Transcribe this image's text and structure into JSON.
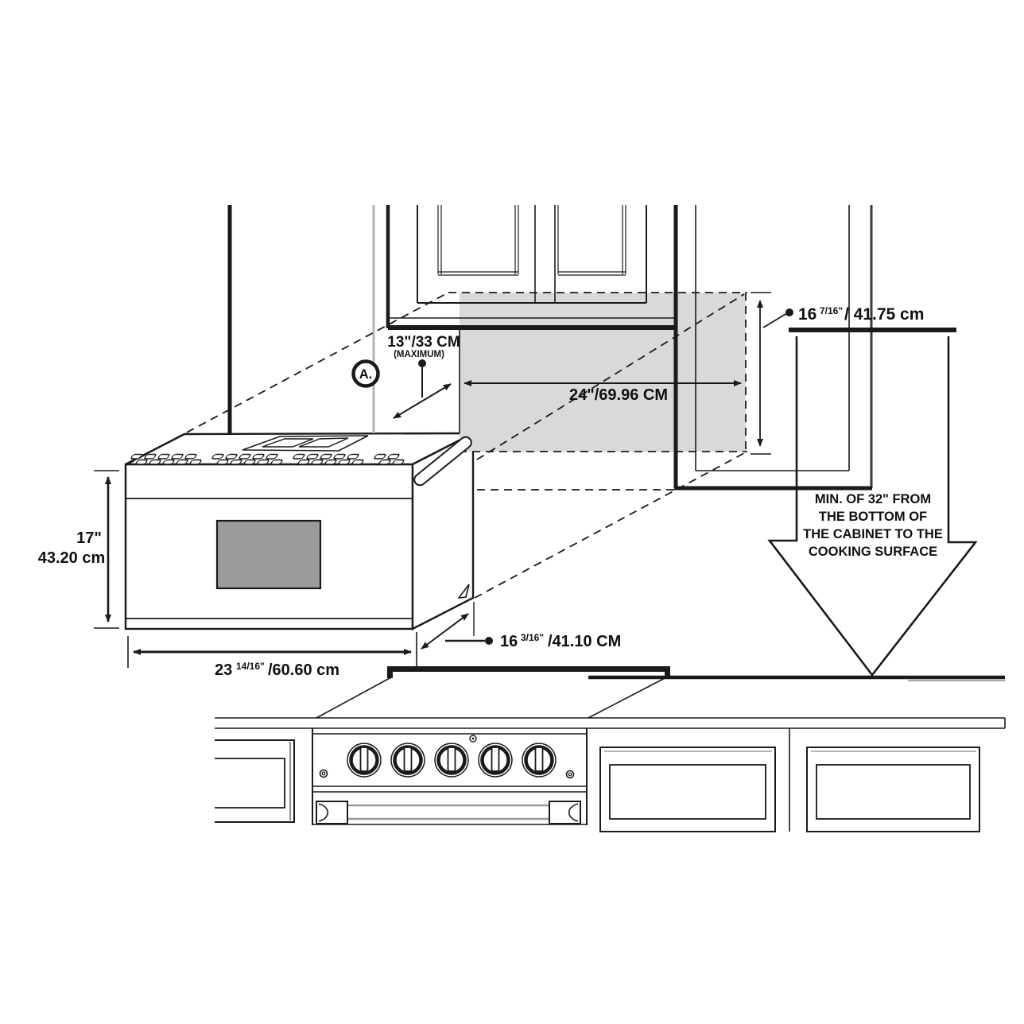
{
  "figure": {
    "title": "Over-the-range microwave installation clearance diagram",
    "callout_a": "A."
  },
  "colors": {
    "ink": "#1a1a1a",
    "mounting_shade": "#d9d9d9",
    "door_window_gray": "#9b9b9b",
    "muted_gray": "#b3b3b3"
  },
  "dims": {
    "max_depth": {
      "line1": "13\"/33 CM",
      "line2": "(MAXIMUM)"
    },
    "opening_width": {
      "text": "24\"/69.96 CM"
    },
    "opening_height": {
      "whole": "16",
      "frac": "7/16\"",
      "rest": "/ 41.75 cm"
    },
    "microwave_height": {
      "inches": "17\"",
      "cm": "43.20 cm"
    },
    "microwave_width": {
      "whole": "23",
      "frac": "14/16\"",
      "rest": "/60.60 cm"
    },
    "microwave_depth": {
      "whole": "16",
      "frac": "3/16\"",
      "rest": "/41.10 CM"
    }
  },
  "clearance_note": {
    "line1": "MIN. OF 32\" FROM",
    "line2": "THE BOTTOM OF",
    "line3": "THE CABINET TO THE",
    "line4": "COOKING SURFACE"
  }
}
